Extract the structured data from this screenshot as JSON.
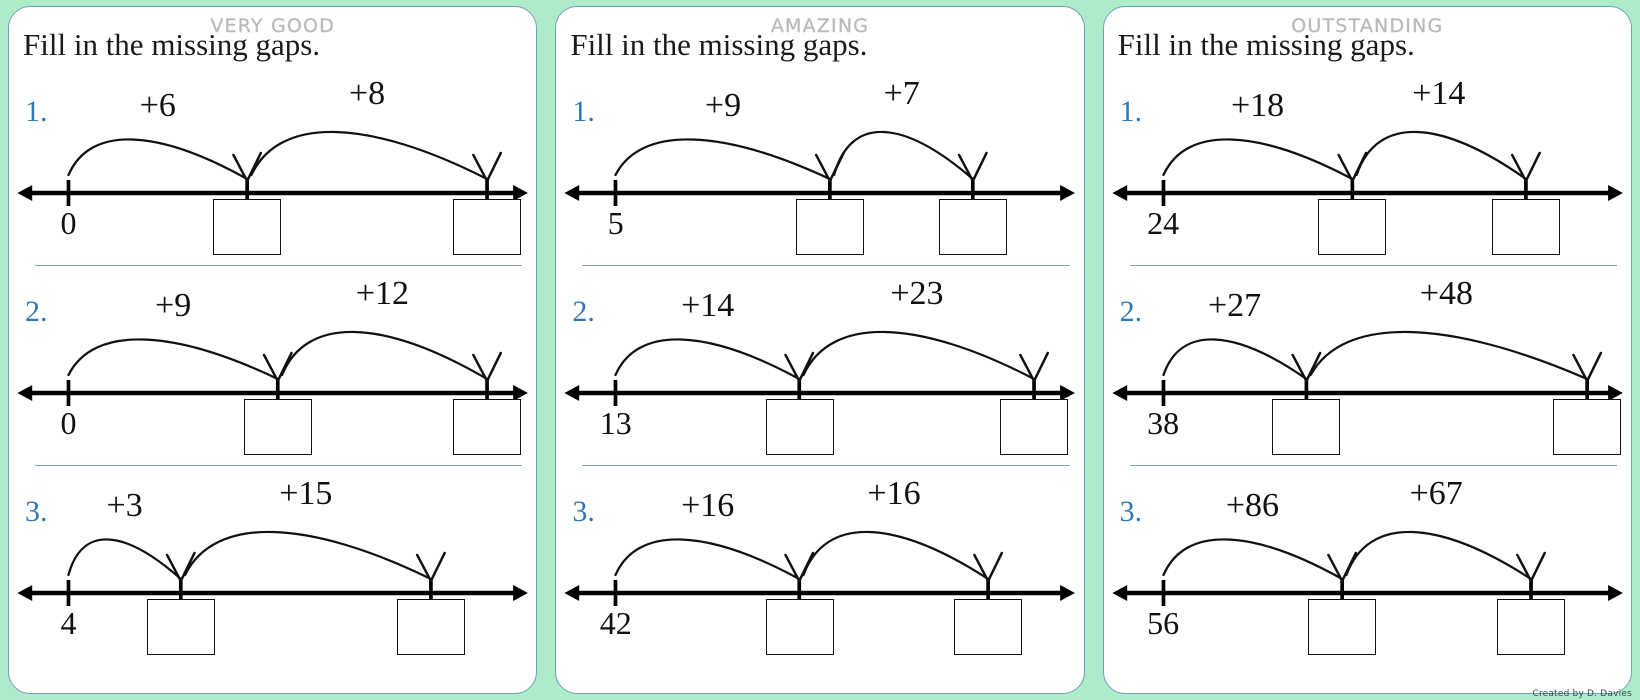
{
  "page": {
    "background_color": "#aeecc9",
    "panel_border_color": "#6f9fc0",
    "divider_color": "#7ba7cf",
    "qnum_color": "#2f78b5",
    "badge_color": "#b9b9b9",
    "footer": "Created by D. Davies"
  },
  "panels": [
    {
      "badge": "VERY GOOD",
      "title": "Fill in the missing gaps.",
      "rows": [
        {
          "qnum": "1.",
          "start_value": "0",
          "jump1": "+6",
          "jump2": "+8",
          "box1": "",
          "box2": "",
          "tick1_pct": 10,
          "tick2_pct": 45,
          "tick3_pct": 92
        },
        {
          "qnum": "2.",
          "start_value": "0",
          "jump1": "+9",
          "jump2": "+12",
          "box1": "",
          "box2": "",
          "tick1_pct": 10,
          "tick2_pct": 51,
          "tick3_pct": 92
        },
        {
          "qnum": "3.",
          "start_value": "4",
          "jump1": "+3",
          "jump2": "+15",
          "box1": "",
          "box2": "",
          "tick1_pct": 10,
          "tick2_pct": 32,
          "tick3_pct": 81
        }
      ]
    },
    {
      "badge": "AMAZING",
      "title": "Fill in the missing gaps.",
      "rows": [
        {
          "qnum": "1.",
          "start_value": "5",
          "jump1": "+9",
          "jump2": "+7",
          "box1": "",
          "box2": "",
          "tick1_pct": 10,
          "tick2_pct": 52,
          "tick3_pct": 80
        },
        {
          "qnum": "2.",
          "start_value": "13",
          "jump1": "+14",
          "jump2": "+23",
          "box1": "",
          "box2": "",
          "tick1_pct": 10,
          "tick2_pct": 46,
          "tick3_pct": 92
        },
        {
          "qnum": "3.",
          "start_value": "42",
          "jump1": "+16",
          "jump2": "+16",
          "box1": "",
          "box2": "",
          "tick1_pct": 10,
          "tick2_pct": 46,
          "tick3_pct": 83
        }
      ]
    },
    {
      "badge": "OUTSTANDING",
      "title": "Fill in the missing gaps.",
      "rows": [
        {
          "qnum": "1.",
          "start_value": "24",
          "jump1": "+18",
          "jump2": "+14",
          "box1": "",
          "box2": "",
          "tick1_pct": 10,
          "tick2_pct": 47,
          "tick3_pct": 81
        },
        {
          "qnum": "2.",
          "start_value": "38",
          "jump1": "+27",
          "jump2": "+48",
          "box1": "",
          "box2": "",
          "tick1_pct": 10,
          "tick2_pct": 38,
          "tick3_pct": 93
        },
        {
          "qnum": "3.",
          "start_value": "56",
          "jump1": "+86",
          "jump2": "+67",
          "box1": "",
          "box2": "",
          "tick1_pct": 10,
          "tick2_pct": 45,
          "tick3_pct": 82
        }
      ]
    }
  ]
}
